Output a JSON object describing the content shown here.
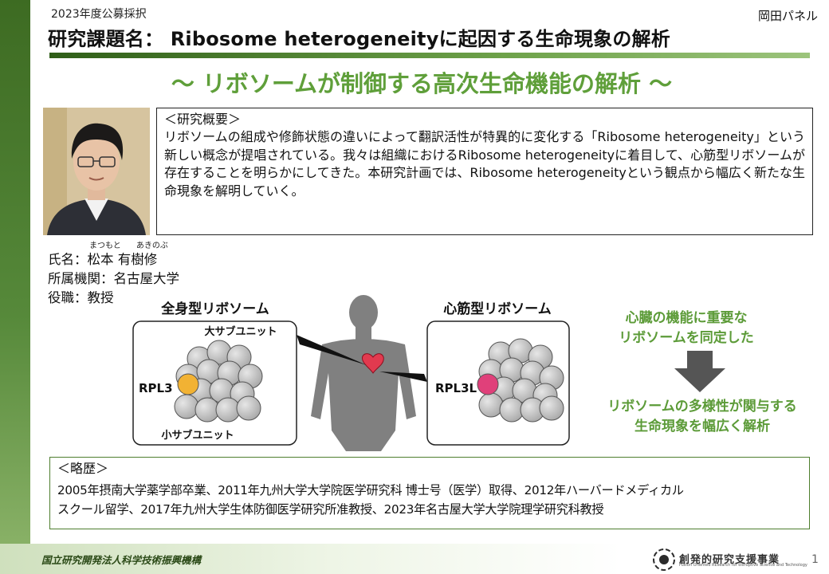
{
  "header": {
    "year_label": "2023年度公募採択",
    "panel_label": "岡田パネル",
    "title": "研究課題名： Ribosome heterogeneityに起因する生命現象の解析",
    "subtitle": "～ リボソームが制御する高次生命機能の解析 ～"
  },
  "overview": {
    "heading": "＜研究概要＞",
    "body": "リボソームの組成や修飾状態の違いによって翻訳活性が特異的に変化する「Ribosome heterogeneity」という新しい概念が提唱されている。我々は組織におけるRibosome heterogeneityに着目して、心筋型リボソームが存在することを明らかにしてきた。本研究計画では、Ribosome heterogeneityという観点から幅広く新たな生命現象を解明していく。"
  },
  "researcher": {
    "ruby_family": "まつもと",
    "ruby_given": "あきのぶ",
    "name_line": "氏名：松本 有樹修",
    "affiliation_line": "所属機関：名古屋大学",
    "role_line": "役職：教授"
  },
  "diagram": {
    "left_title": "全身型リボソーム",
    "large_subunit": "大サブユニット",
    "small_subunit": "小サブユニット",
    "left_protein": "RPL3",
    "right_title": "心筋型リボソーム",
    "right_protein": "RPL3L",
    "message_top_line1": "心臓の機能に重要な",
    "message_top_line2": "リボソームを同定した",
    "message_bottom_line1": "リボソームの多様性が関与する",
    "message_bottom_line2": "生命現象を幅広く解析",
    "colors": {
      "rpl3": "#f2b233",
      "rpl3l": "#e0407a",
      "sphere": "#c6c6c6",
      "arrow": "#555555",
      "message": "#5c9b38"
    }
  },
  "career": {
    "heading": "＜略歴＞",
    "line1": "2005年摂南大学薬学部卒業、2011年九州大学大学院医学研究科 博士号（医学）取得、2012年ハーバードメディカル",
    "line2": "スクール留学、2017年九州大学生体防御医学研究所准教授、2023年名古屋大学大学院理学研究科教授"
  },
  "footer": {
    "org": "国立研究開発法人科学技術振興機構",
    "program": "創発的研究支援事業",
    "program_en": "Fusion Oriented REsearch for disruptive Science and Technology",
    "page_number": "1"
  }
}
